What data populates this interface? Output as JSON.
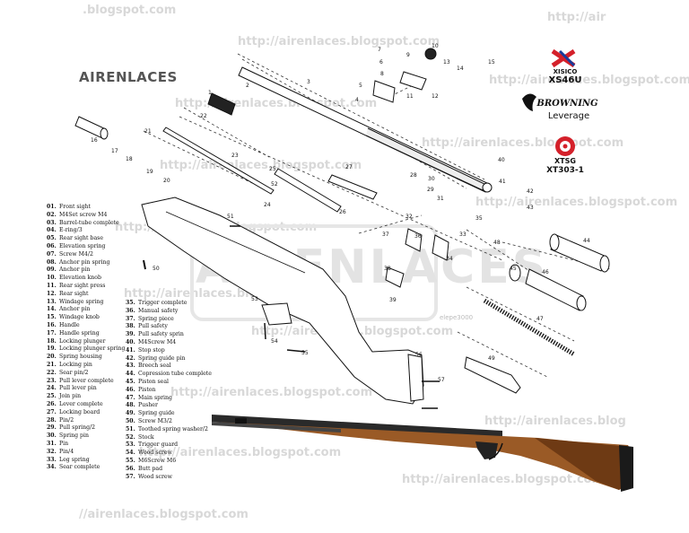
{
  "title": "AIRENLACES",
  "watermarks": [
    {
      "text": ".blogspot.com",
      "cls": "w1"
    },
    {
      "text": "http://airenlaces.blogspot.com",
      "cls": "w2"
    },
    {
      "text": "http://airenlaces.blogspot.com",
      "cls": "w3"
    },
    {
      "text": "http://airenlaces.blogspot.com",
      "cls": "w4"
    },
    {
      "text": "http://airenlaces.blogspot.com",
      "cls": "w5"
    },
    {
      "text": "http://airenlaces.blogspot.com",
      "cls": "w6"
    },
    {
      "text": "http://airenlaces.blogspot.com",
      "cls": "w7"
    },
    {
      "text": "http://airenlaces.blogspot.com",
      "cls": "w8"
    },
    {
      "text": "http://airenlaces.blogspot.com",
      "cls": "w9"
    },
    {
      "text": "http://airenlaces.blogspot.com",
      "cls": "w10"
    },
    {
      "text": "http://airenlaces.blogspot.com",
      "cls": "w11"
    },
    {
      "text": "//airenlaces.blogspot.com",
      "cls": "w12"
    },
    {
      "text": "http://airenlaces.blog",
      "cls": "w13"
    },
    {
      "text": "http://air",
      "cls": "w14"
    },
    {
      "text": "http://airenlaces.blogspot.com",
      "cls": "w15"
    },
    {
      "text": "http://airenlaces.blogspot.com",
      "cls": "w16"
    }
  ],
  "big_watermark": "AIRENLACES",
  "brands": [
    {
      "name": "XISICO",
      "model": "XS46U"
    },
    {
      "name": "BROWNING",
      "model": "Leverage"
    },
    {
      "name": "XTSG",
      "model": "XT303-1"
    }
  ],
  "legend_col1": [
    {
      "num": "01.",
      "name": "Front sight"
    },
    {
      "num": "02.",
      "name": "M4Set screw M4"
    },
    {
      "num": "03.",
      "name": "Barrel-tube complete"
    },
    {
      "num": "04.",
      "name": "E-ring/3"
    },
    {
      "num": "05.",
      "name": "Rear sight base"
    },
    {
      "num": "06.",
      "name": "Elevation spring"
    },
    {
      "num": "07.",
      "name": "Screw M4/2"
    },
    {
      "num": "08.",
      "name": "Anchor pin spring"
    },
    {
      "num": "09.",
      "name": "Anchor pin"
    },
    {
      "num": "10.",
      "name": "Elevation knob"
    },
    {
      "num": "11.",
      "name": "Rear sight press"
    },
    {
      "num": "12.",
      "name": "Rear sight"
    },
    {
      "num": "13.",
      "name": "Windage spring"
    },
    {
      "num": "14.",
      "name": "Anchor pin"
    },
    {
      "num": "15.",
      "name": "Windage knob"
    },
    {
      "num": "16.",
      "name": "Handle"
    },
    {
      "num": "17.",
      "name": "Handle spring"
    },
    {
      "num": "18.",
      "name": "Locking plunger"
    },
    {
      "num": "19.",
      "name": "Locking plunger spring"
    },
    {
      "num": "20.",
      "name": "Spring housing"
    },
    {
      "num": "21.",
      "name": "Locking pin"
    },
    {
      "num": "22.",
      "name": "Sear pin/2"
    },
    {
      "num": "23.",
      "name": "Pull lever complete"
    },
    {
      "num": "24.",
      "name": "Pull lever pin"
    },
    {
      "num": "25.",
      "name": "Join pin"
    },
    {
      "num": "26.",
      "name": "Lever complete"
    },
    {
      "num": "27.",
      "name": "Locking board"
    },
    {
      "num": "28.",
      "name": "Pin/2"
    },
    {
      "num": "29.",
      "name": "Pull spring/2"
    },
    {
      "num": "30.",
      "name": "Spring pin"
    },
    {
      "num": "31.",
      "name": "Pin"
    },
    {
      "num": "32.",
      "name": "Pin/4"
    },
    {
      "num": "33.",
      "name": "Leg spring"
    },
    {
      "num": "34.",
      "name": "Sear complete"
    }
  ],
  "legend_col2": [
    {
      "num": "35.",
      "name": "Trigger complete"
    },
    {
      "num": "36.",
      "name": "Manual safety"
    },
    {
      "num": "37.",
      "name": "Spring piece"
    },
    {
      "num": "38.",
      "name": "Pull safety"
    },
    {
      "num": "39.",
      "name": "Pull safety sprin"
    },
    {
      "num": "40.",
      "name": "M4Screw M4"
    },
    {
      "num": "41.",
      "name": "Stop stop"
    },
    {
      "num": "42.",
      "name": "Spring guide pin"
    },
    {
      "num": "43.",
      "name": "Breech seal"
    },
    {
      "num": "44.",
      "name": "Copression tube complete"
    },
    {
      "num": "45.",
      "name": "Piston seal"
    },
    {
      "num": "46.",
      "name": "Piston"
    },
    {
      "num": "47.",
      "name": "Main spring"
    },
    {
      "num": "48.",
      "name": "Pusher"
    },
    {
      "num": "49.",
      "name": "Spring guide"
    },
    {
      "num": "50.",
      "name": "Screw M3/2"
    },
    {
      "num": "51.",
      "name": "Toothed spring washer/2"
    },
    {
      "num": "52.",
      "name": "Stock"
    },
    {
      "num": "53.",
      "name": "Trigger guard"
    },
    {
      "num": "54.",
      "name": "Wood screw"
    },
    {
      "num": "55.",
      "name": "M6Screw M6"
    },
    {
      "num": "56.",
      "name": "Butt pad"
    },
    {
      "num": "57.",
      "name": "Wood screw"
    }
  ],
  "part_labels": [
    {
      "t": "1",
      "cls": "p1"
    },
    {
      "t": "2",
      "cls": "p2"
    },
    {
      "t": "3",
      "cls": "p3"
    },
    {
      "t": "4",
      "cls": "p4"
    },
    {
      "t": "5",
      "cls": "p5"
    },
    {
      "t": "6",
      "cls": "p6"
    },
    {
      "t": "7",
      "cls": "p7"
    },
    {
      "t": "8",
      "cls": "p8"
    },
    {
      "t": "9",
      "cls": "p9"
    },
    {
      "t": "10",
      "cls": "p10"
    },
    {
      "t": "11",
      "cls": "p11"
    },
    {
      "t": "12",
      "cls": "p12"
    },
    {
      "t": "13",
      "cls": "p13"
    },
    {
      "t": "14",
      "cls": "p14"
    },
    {
      "t": "15",
      "cls": "p15"
    },
    {
      "t": "16",
      "cls": "p16"
    },
    {
      "t": "17",
      "cls": "p17"
    },
    {
      "t": "18",
      "cls": "p18"
    },
    {
      "t": "19",
      "cls": "p19"
    },
    {
      "t": "20",
      "cls": "p20"
    },
    {
      "t": "21",
      "cls": "p21"
    },
    {
      "t": "22",
      "cls": "p22"
    },
    {
      "t": "23",
      "cls": "p23"
    },
    {
      "t": "24",
      "cls": "p24"
    },
    {
      "t": "25",
      "cls": "p25"
    },
    {
      "t": "26",
      "cls": "p26"
    },
    {
      "t": "27",
      "cls": "p27"
    },
    {
      "t": "28",
      "cls": "p28"
    },
    {
      "t": "29",
      "cls": "p29"
    },
    {
      "t": "30",
      "cls": "p30"
    },
    {
      "t": "31",
      "cls": "p31"
    },
    {
      "t": "32",
      "cls": "p32"
    },
    {
      "t": "33",
      "cls": "p33"
    },
    {
      "t": "34",
      "cls": "p34"
    },
    {
      "t": "35",
      "cls": "p35"
    },
    {
      "t": "36",
      "cls": "p36"
    },
    {
      "t": "37",
      "cls": "p37"
    },
    {
      "t": "38",
      "cls": "p38"
    },
    {
      "t": "39",
      "cls": "p39"
    },
    {
      "t": "40",
      "cls": "p40"
    },
    {
      "t": "41",
      "cls": "p41"
    },
    {
      "t": "42",
      "cls": "p42"
    },
    {
      "t": "43",
      "cls": "p43"
    },
    {
      "t": "44",
      "cls": "p44"
    },
    {
      "t": "45",
      "cls": "p45"
    },
    {
      "t": "46",
      "cls": "p46"
    },
    {
      "t": "47",
      "cls": "p47"
    },
    {
      "t": "48",
      "cls": "p48"
    },
    {
      "t": "49",
      "cls": "p49"
    },
    {
      "t": "50",
      "cls": "p50"
    },
    {
      "t": "51",
      "cls": "p51"
    },
    {
      "t": "52",
      "cls": "p52"
    },
    {
      "t": "53",
      "cls": "p53"
    },
    {
      "t": "54",
      "cls": "p54"
    },
    {
      "t": "55",
      "cls": "p55"
    },
    {
      "t": "56",
      "cls": "p56"
    },
    {
      "t": "57",
      "cls": "p57"
    }
  ],
  "small_watermark": "elepe3000",
  "colors": {
    "line": "#111111",
    "watermark": "#d8d8d8",
    "wood": "#9a5a26",
    "metal": "#2a2a2a",
    "xisico_red": "#d4202a",
    "xisico_blue": "#1a3a9a",
    "xtsg_red": "#d4202a"
  }
}
